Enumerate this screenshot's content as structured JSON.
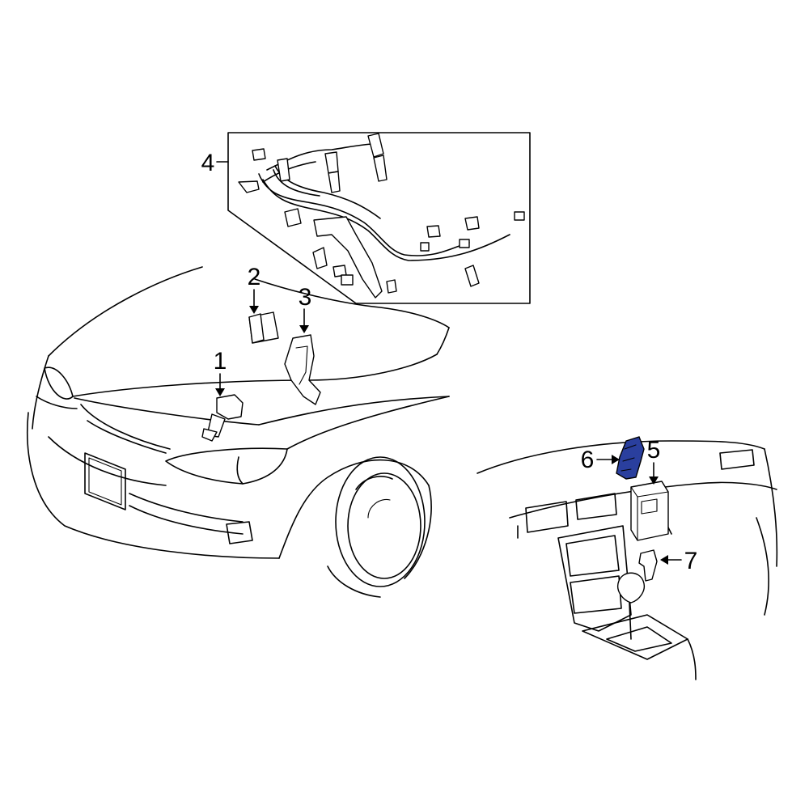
{
  "diagram": {
    "callouts": [
      {
        "id": "1",
        "label": "1"
      },
      {
        "id": "2",
        "label": "2"
      },
      {
        "id": "3",
        "label": "3"
      },
      {
        "id": "4",
        "label": "4"
      },
      {
        "id": "5",
        "label": "5"
      },
      {
        "id": "6",
        "label": "6"
      },
      {
        "id": "7",
        "label": "7"
      }
    ],
    "highlight_color": "#2a3f9e",
    "line_color": "#000000",
    "background_color": "#ffffff"
  }
}
